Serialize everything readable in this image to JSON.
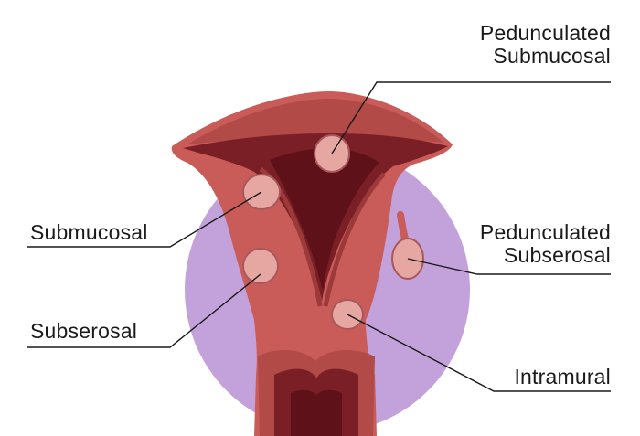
{
  "labels": {
    "pedunculated_submucosal": [
      "Pedunculated",
      "Submucosal"
    ],
    "submucosal": "Submucosal",
    "subserosal": "Subserosal",
    "pedunculated_subserosal": [
      "Pedunculated",
      "Subserosal"
    ],
    "intramural": "Intramural"
  },
  "colors": {
    "background_circle": "#c3a2dc",
    "uterus_wall": "#c95c58",
    "uterus_wall_dark": "#9c3a3a",
    "cavity": "#7a1f26",
    "cavity_shadow": "#5e1118",
    "fibroid": "#e6a7a2",
    "fibroid_edge": "#a8585b",
    "leader_line": "#1a1a1a"
  }
}
